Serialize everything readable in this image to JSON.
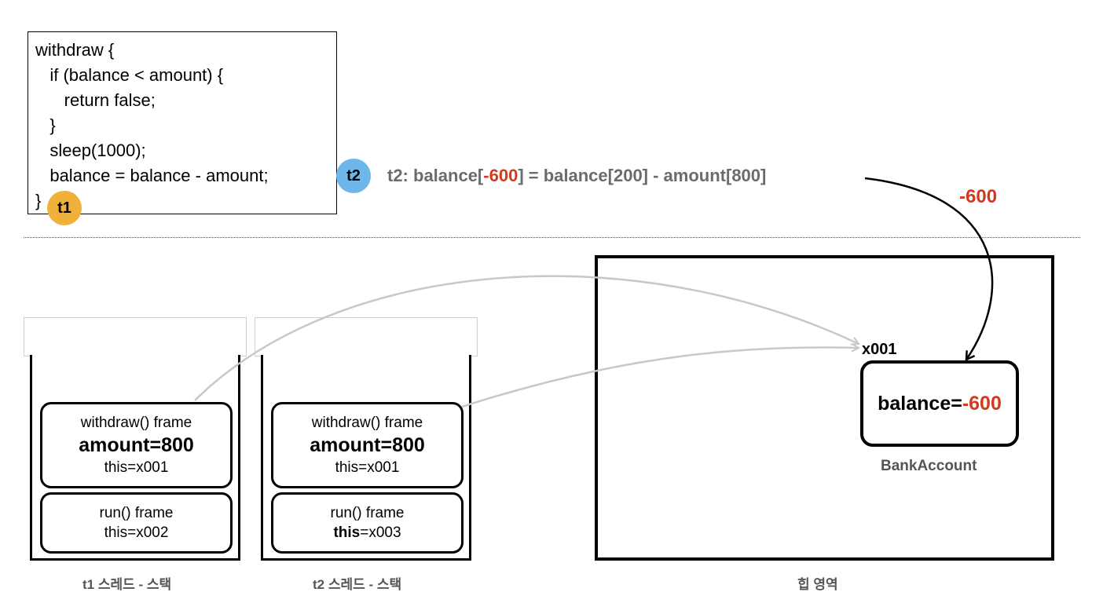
{
  "code": {
    "lines": [
      "withdraw {",
      "   if (balance < amount) {",
      "      return false;",
      "   }",
      "   sleep(1000);",
      "   balance = balance - amount;",
      "}"
    ]
  },
  "markers": {
    "t1": "t1",
    "t2": "t2"
  },
  "formula": {
    "prefix": "t2: balance[",
    "result": "-600",
    "suffix": "] = balance[200] - amount[800]"
  },
  "delta_label": "-600",
  "stacks": [
    {
      "caption": "t1 스레드 - 스택",
      "withdraw_frame": {
        "title": "withdraw() frame",
        "amount": "amount=800",
        "this": "this=x001"
      },
      "run_frame": {
        "title": "run() frame",
        "this_key": "this",
        "this_value": "=x002"
      }
    },
    {
      "caption": "t2 스레드 - 스택",
      "withdraw_frame": {
        "title": "withdraw() frame",
        "amount": "amount=800",
        "this": "this=x001"
      },
      "run_frame": {
        "title": "run() frame",
        "this_key": "this",
        "this_value": "=x003"
      }
    }
  ],
  "heap": {
    "caption": "힙 영역",
    "object_address": "x001",
    "object_field": "balance=",
    "object_value": "-600",
    "object_class": "BankAccount"
  },
  "colors": {
    "t1_marker": "#f0b13a",
    "t2_marker": "#6fb6ea",
    "highlight_red": "#d23a1f",
    "reference_arrow": "#c8c8c8"
  }
}
